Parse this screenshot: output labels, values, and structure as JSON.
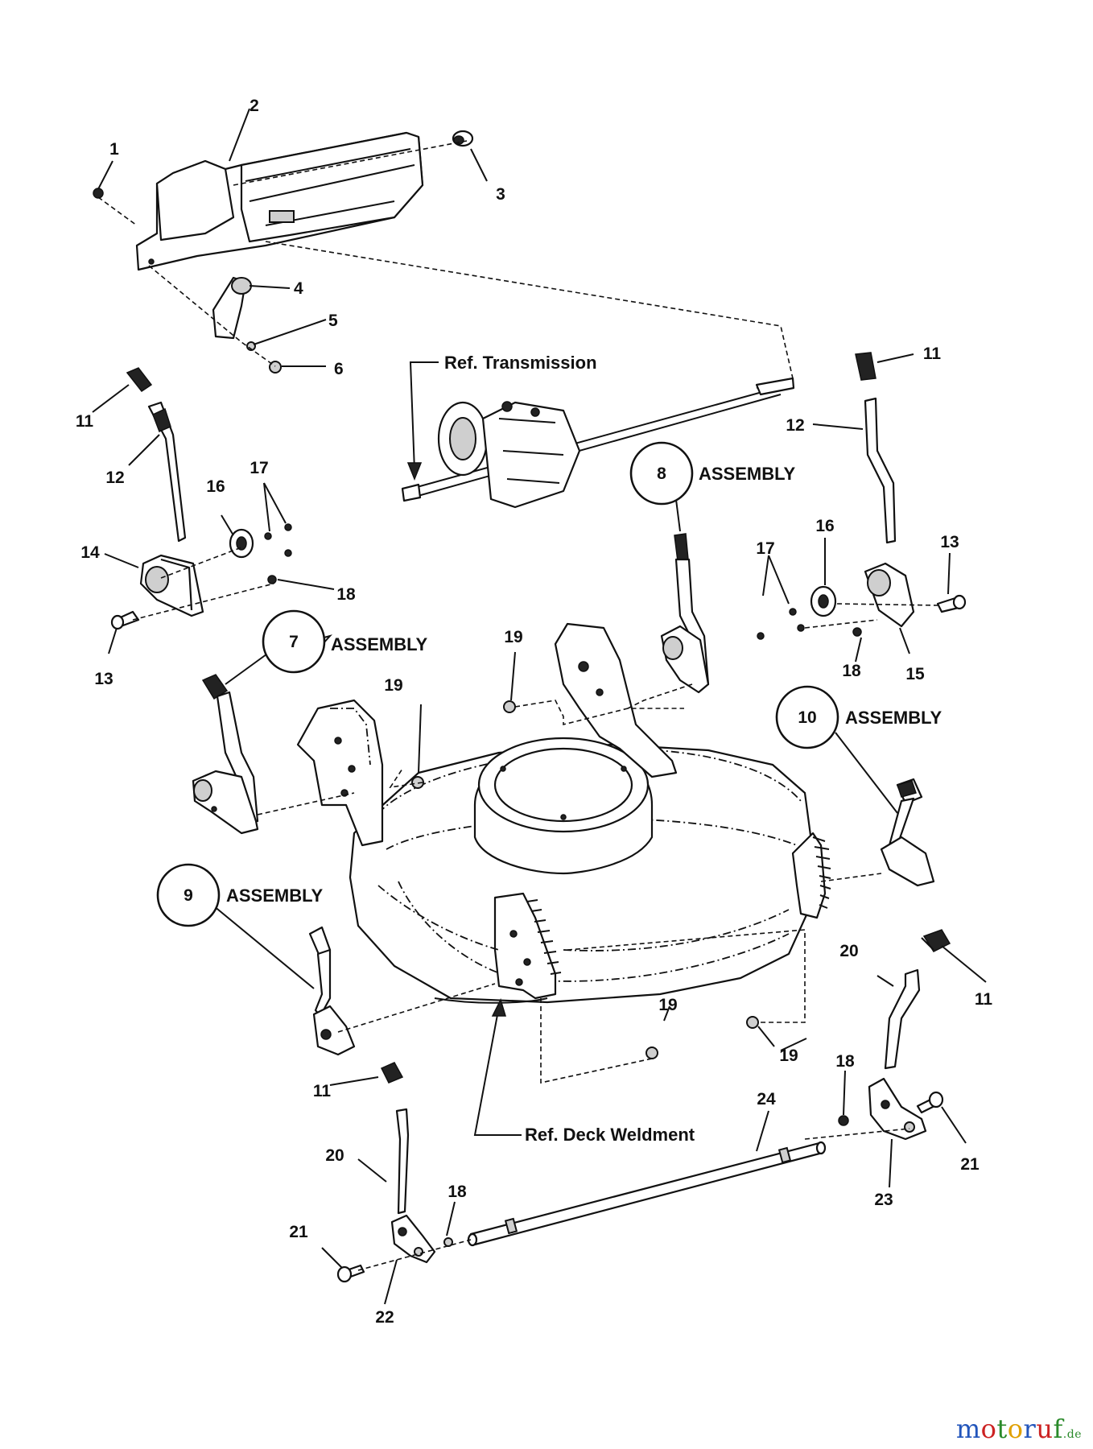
{
  "callouts": {
    "c1": "1",
    "c2": "2",
    "c3": "3",
    "c4": "4",
    "c5": "5",
    "c6": "6",
    "c11a": "11",
    "c11b": "11",
    "c11c": "11",
    "c11d": "11",
    "c12a": "12",
    "c12b": "12",
    "c13a": "13",
    "c13b": "13",
    "c14": "14",
    "c15": "15",
    "c16a": "16",
    "c16b": "16",
    "c17a": "17",
    "c17b": "17",
    "c18a": "18",
    "c18b": "18",
    "c18c": "18",
    "c18d": "18",
    "c19a": "19",
    "c19b": "19",
    "c19c": "19",
    "c19d": "19",
    "c20a": "20",
    "c20b": "20",
    "c21a": "21",
    "c21b": "21",
    "c22": "22",
    "c23": "23",
    "c24": "24"
  },
  "assemblies": {
    "a7": {
      "number": "7",
      "label": "ASSEMBLY"
    },
    "a8": {
      "number": "8",
      "label": "ASSEMBLY"
    },
    "a9": {
      "number": "9",
      "label": "ASSEMBLY"
    },
    "a10": {
      "number": "10",
      "label": "ASSEMBLY"
    }
  },
  "references": {
    "transmission": "Ref. Transmission",
    "deck_weldment": "Ref. Deck Weldment"
  },
  "watermark": {
    "letters": [
      "m",
      "o",
      "t",
      "o",
      "r",
      "u",
      "f"
    ],
    "colors": [
      "#2255bb",
      "#cc2222",
      "#2a8a2a",
      "#e0a000",
      "#2255bb",
      "#cc2222",
      "#2a8a2a"
    ],
    "suffix": ".de"
  }
}
